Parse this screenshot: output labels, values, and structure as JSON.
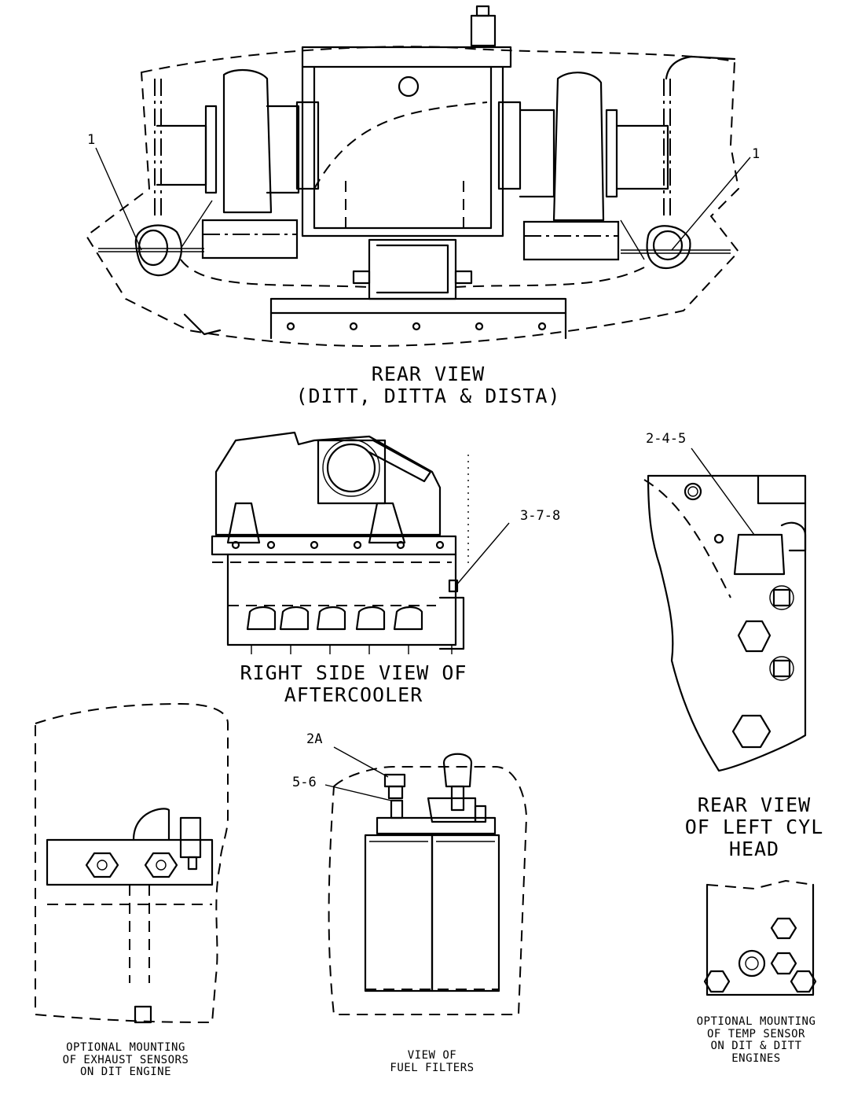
{
  "views": {
    "rear_view": {
      "title": "REAR VIEW",
      "subtitle": "(DITT, DITTA & DISTA)"
    },
    "aftercooler": {
      "line1": "RIGHT SIDE VIEW OF",
      "line2": "AFTERCOOLER"
    },
    "left_cyl_head": {
      "line1": "REAR VIEW",
      "line2": "OF LEFT CYL",
      "line3": "HEAD"
    },
    "exhaust_sensors": {
      "line1": "OPTIONAL MOUNTING",
      "line2": "OF EXHAUST SENSORS",
      "line3": "ON DIT ENGINE"
    },
    "fuel_filters": {
      "line1": "VIEW OF",
      "line2": "FUEL FILTERS"
    },
    "temp_sensor": {
      "line1": "OPTIONAL MOUNTING",
      "line2": "OF TEMP SENSOR",
      "line3": "ON DIT & DITT",
      "line4": "ENGINES"
    }
  },
  "callouts": {
    "rear_left": "1",
    "rear_right": "1",
    "aftercooler": "3-7-8",
    "cyl_head": "2-4-5",
    "fuel_filter_top": "2A",
    "fuel_filter_bottom": "5-6"
  }
}
